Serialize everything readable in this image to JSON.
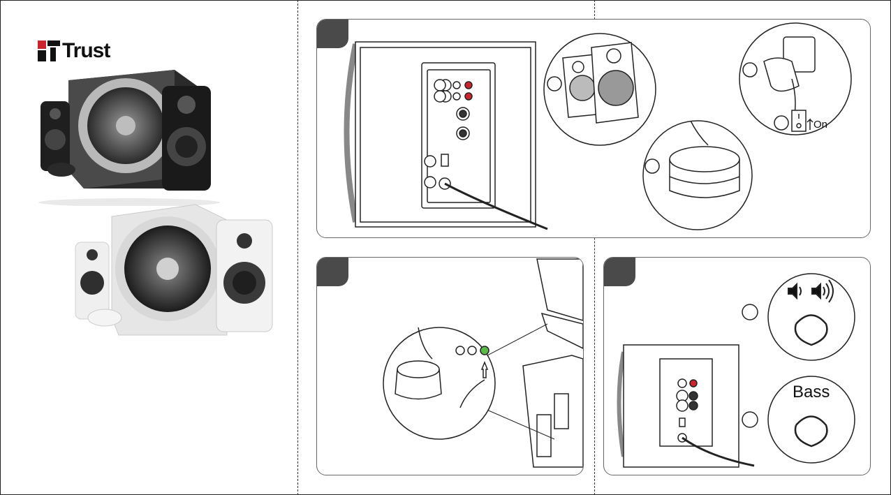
{
  "brand": {
    "name": "Trust",
    "logo_icon": "trust-logo-mark"
  },
  "colors": {
    "panel_border": "#666666",
    "step_tab": "#4a4a4a",
    "audio_green": "#5db84a",
    "rca_red": "#c8252d"
  },
  "step1": {
    "switch_label": "On",
    "icons": [
      "speaker-back-panel",
      "satellite-speakers",
      "power-plug",
      "control-pod"
    ]
  },
  "step2": {
    "icons": [
      "control-pod",
      "audio-jack-plug",
      "laptop",
      "desktop-pc"
    ]
  },
  "step3": {
    "bass_label": "Bass",
    "icons": [
      "volume-icon",
      "rotate-arrow-icon",
      "bass-knob"
    ]
  }
}
